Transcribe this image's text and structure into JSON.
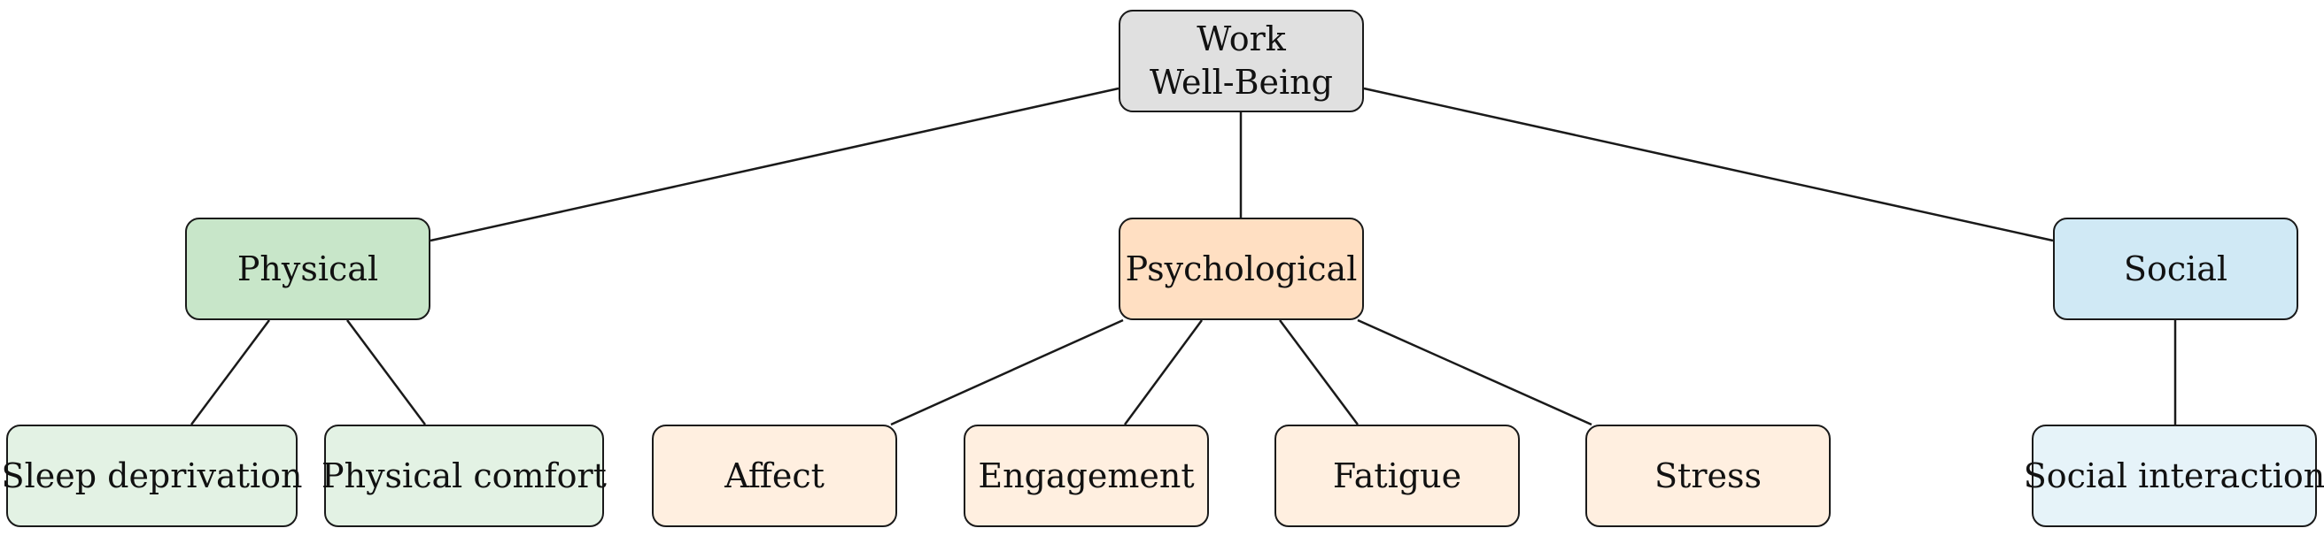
{
  "root": {
    "lines": [
      "Work",
      "Well-Being"
    ],
    "fill": "#e0e0e0"
  },
  "categories": [
    {
      "label": "Physical",
      "fill": "#c8e6c9"
    },
    {
      "label": "Psychological",
      "fill": "#ffdfc2"
    },
    {
      "label": "Social",
      "fill": "#d0e9f5"
    }
  ],
  "leaves": [
    {
      "label": "Sleep deprivation",
      "fill": "#e3f2e4"
    },
    {
      "label": "Physical comfort",
      "fill": "#e3f2e4"
    },
    {
      "label": "Affect",
      "fill": "#ffefe0"
    },
    {
      "label": "Engagement",
      "fill": "#ffefe0"
    },
    {
      "label": "Fatigue",
      "fill": "#ffefe0"
    },
    {
      "label": "Stress",
      "fill": "#ffefe0"
    },
    {
      "label": "Social interaction",
      "fill": "#e6f3f9"
    }
  ]
}
